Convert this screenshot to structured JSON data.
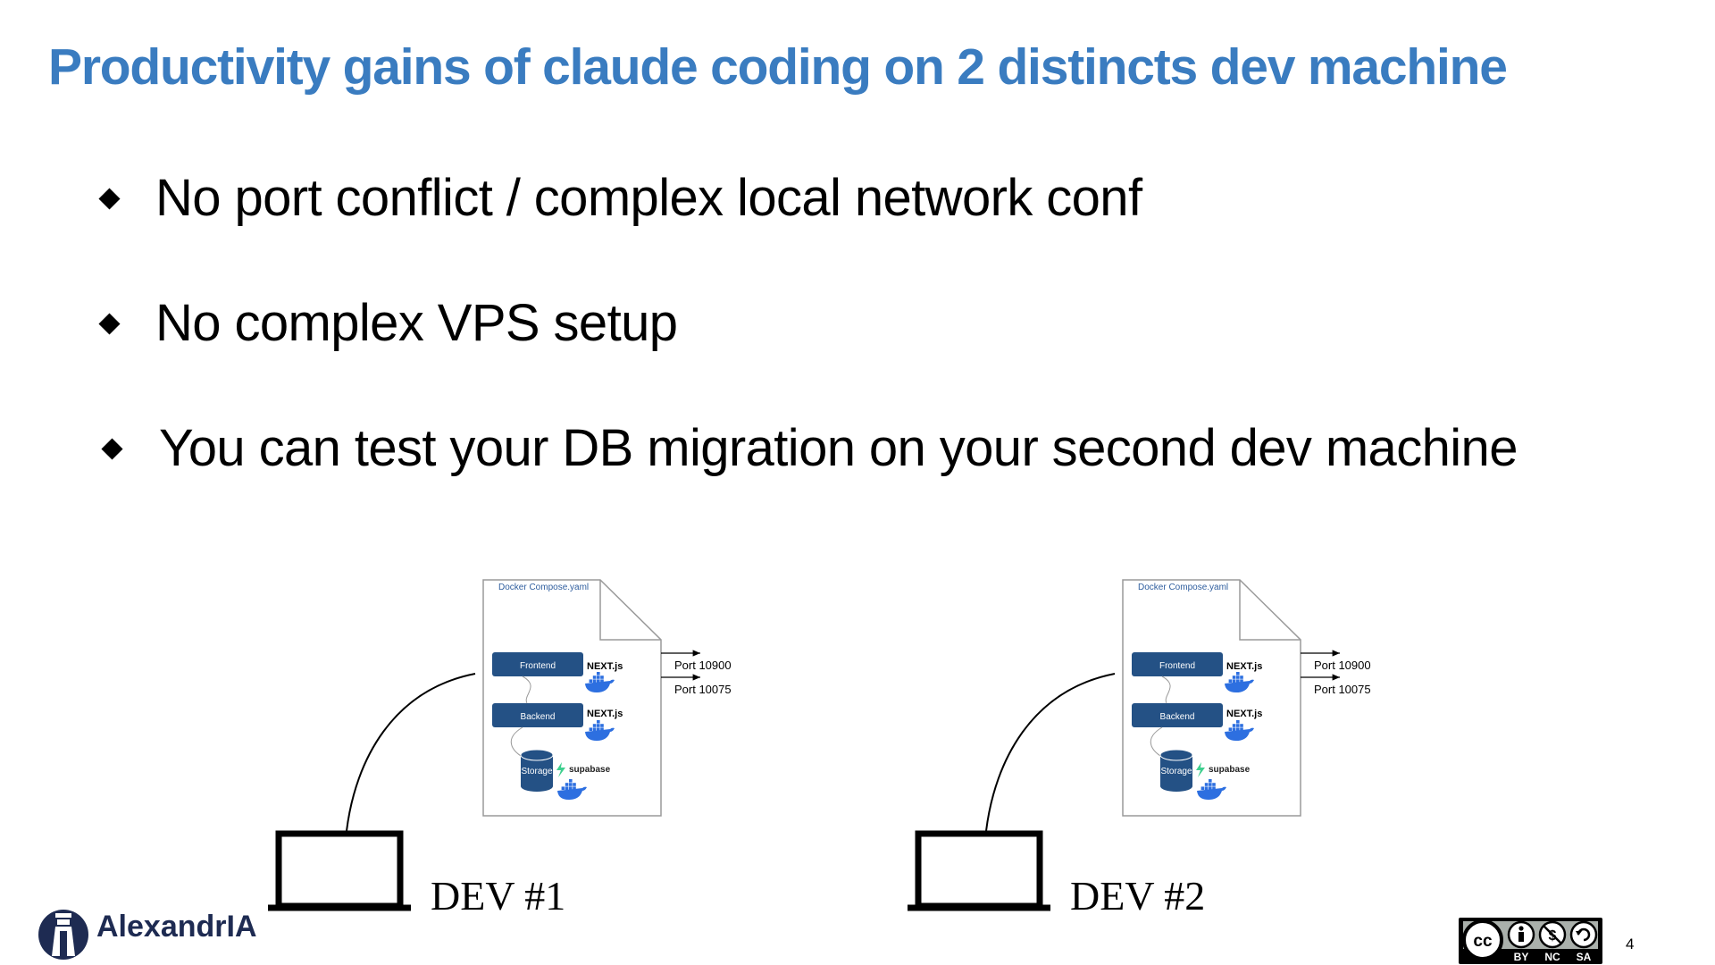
{
  "slide": {
    "title": "Productivity gains of claude coding on 2 distincts dev machine",
    "page_number": "4",
    "accent_color": "#3a7cc0"
  },
  "bullets": [
    {
      "text": "No port conflict / complex local network conf",
      "icon": "diamond-bullet"
    },
    {
      "text": "No complex VPS setup",
      "icon": "diamond-bullet"
    },
    {
      "text": "You can test your DB migration on your second dev machine",
      "icon": "diamond-bullet"
    }
  ],
  "machines": [
    {
      "label": "DEV #1",
      "compose": {
        "file_name": "Docker Compose.yaml",
        "services": [
          {
            "label": "Frontend",
            "tech": "NEXT.js",
            "icon": "docker-icon"
          },
          {
            "label": "Backend",
            "tech": "NEXT.js",
            "icon": "docker-icon"
          },
          {
            "label": "Storage",
            "tech": "supabase",
            "icon": "docker-icon"
          }
        ],
        "ports": [
          "Port 10900",
          "Port 10075"
        ]
      }
    },
    {
      "label": "DEV #2",
      "compose": {
        "file_name": "Docker Compose.yaml",
        "services": [
          {
            "label": "Frontend",
            "tech": "NEXT.js",
            "icon": "docker-icon"
          },
          {
            "label": "Backend",
            "tech": "NEXT.js",
            "icon": "docker-icon"
          },
          {
            "label": "Storage",
            "tech": "supabase",
            "icon": "docker-icon"
          }
        ],
        "ports": [
          "Port 10900",
          "Port 10075"
        ]
      }
    }
  ],
  "footer": {
    "logo_text": "AlexandrIA",
    "license": {
      "badge_icon": "cc-by-nc-sa-icon",
      "terms": [
        "BY",
        "NC",
        "SA"
      ]
    }
  },
  "colors": {
    "service_box": "#245185",
    "docker_blue": "#2d6fe0",
    "supabase_green": "#3ecf8e",
    "logo_navy": "#1e2b52"
  }
}
